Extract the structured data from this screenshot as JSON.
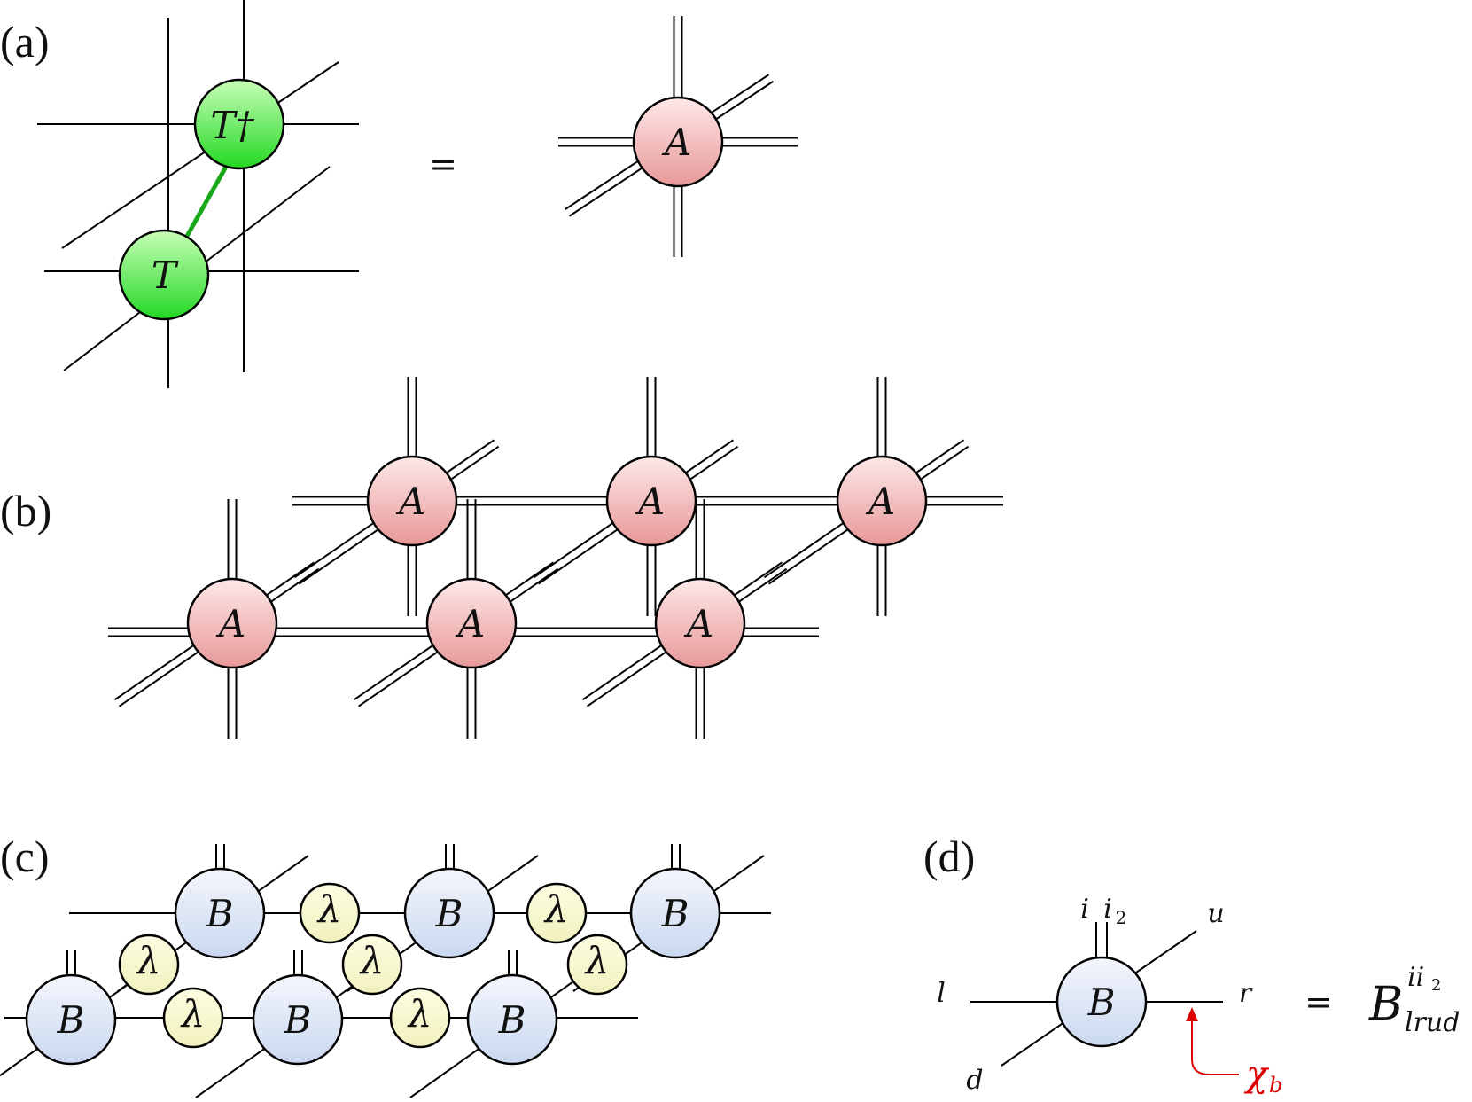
{
  "panels": {
    "a": {
      "label": "(a)",
      "top_tensor": "T†",
      "bottom_tensor": "T",
      "equals": "=",
      "result_tensor": "A"
    },
    "b": {
      "label": "(b)",
      "tensor": "A"
    },
    "c": {
      "label": "(c)",
      "site_tensor": "B",
      "bond_tensor": "λ"
    },
    "d": {
      "label": "(d)",
      "tensor": "B",
      "index_left": "l",
      "index_right": "r",
      "index_up": "u",
      "index_down": "d",
      "index_physical_1": "i",
      "index_physical_2": "i",
      "index_physical_2_sub": "2",
      "equals": "=",
      "formula_base": "B",
      "formula_superscript_main": "ii",
      "formula_superscript_sub": "2",
      "formula_subscript": "lrud",
      "bond_dim_symbol": "χ",
      "bond_dim_sub": "b"
    }
  },
  "colors": {
    "green_top": "#c8ffb8",
    "green_bottom": "#22d822",
    "green_bond": "#1aa81a",
    "red_top": "#fde8e8",
    "red_bottom": "#e89898",
    "blue_top": "#f4f6fc",
    "blue_bottom": "#c9d8f0",
    "yellow_top": "#fdfde2",
    "yellow_bottom": "#f1f1be",
    "annotation_red": "#dd0000"
  }
}
